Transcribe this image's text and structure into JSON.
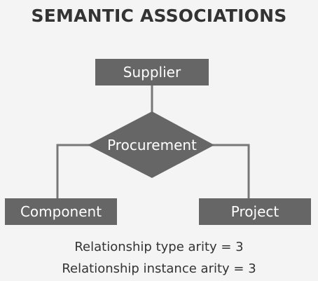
{
  "title": "SEMANTIC ASSOCIATIONS",
  "diagram": {
    "entities": {
      "supplier": "Supplier",
      "component": "Component",
      "project": "Project"
    },
    "relationship": "Procurement"
  },
  "captions": {
    "type_arity": "Relationship type arity = 3",
    "instance_arity": "Relationship instance arity = 3"
  },
  "colors": {
    "shape_fill": "#666666",
    "connector": "#777777",
    "label": "#ffffff",
    "text": "#333333",
    "background": "#f4f4f4"
  }
}
